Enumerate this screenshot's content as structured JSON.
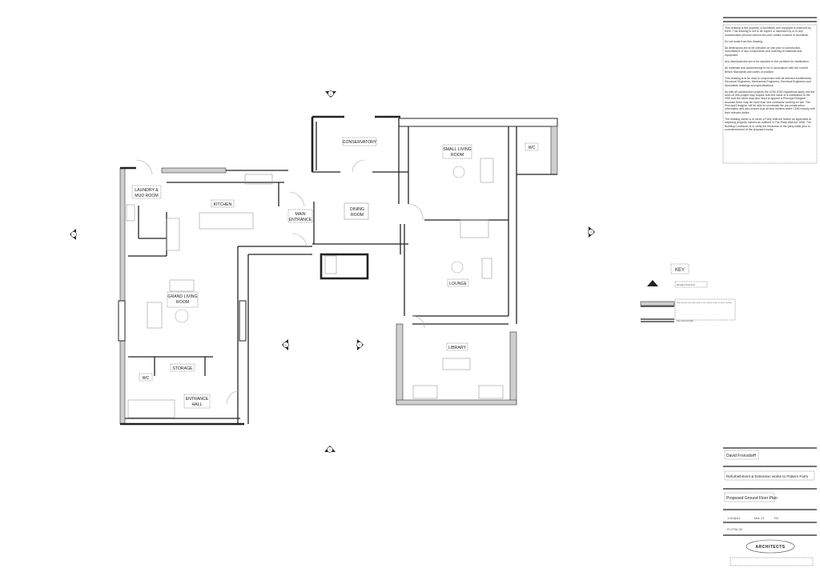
{
  "rooms": {
    "laundry": [
      "LAUNDRY &",
      "MUD ROOM"
    ],
    "kitchen": "KITCHEN",
    "main_entrance": [
      "MAIN",
      "ENTRANCE"
    ],
    "conservatory": "CONSERVATORY",
    "dining": [
      "DINING",
      "ROOM"
    ],
    "small_living": [
      "SMALL LIVING",
      "ROOM"
    ],
    "wc_east": "WC",
    "lounge": "LOUNGE",
    "library": "LIBRARY",
    "grand_living": [
      "GRAND LIVING",
      "ROOM"
    ],
    "storage": "STORAGE",
    "wc_west": "WC",
    "entrance_hall": [
      "ENTRANCE",
      "HALL"
    ]
  },
  "section_markers": [
    "5",
    "6",
    "4",
    "2",
    "3",
    "1"
  ],
  "key": {
    "title": "KEY",
    "items": [
      "Elevation Reference",
      "New external stone block walls & new stiff brick walls to match existing",
      "New internal walls"
    ]
  },
  "notes": [
    "This drawing is the property of Architects and copyright is reserved by them. This drawing is not to be copied or disclosed by or to any unauthorised persons without the prior written consent of Architects.",
    "Do not scale from this drawing.",
    "All dimensions are to be checked on site prior to construction, manufacture of any components and ordering of materials and equipment.",
    "Any discrepancies are to be reported to the architect for clarification.",
    "All materials and workmanship to be in accordance with the current British Standards and codes of practice.",
    "This drawing is to be read in conjunction with all relevant Architectural, Structural Engineers, Mechanical Engineers, Electrical Engineers and Specialists drawings and specifications.",
    "As with all construction projects the CDM 2015 regulations apply and the work on this project may require both the issue of a notification to the HSE and the client may also need to appoint a Principal Designer because there may be more than one contractor working on site. The Principal Designer will be able to coordinate the pre-construction information and also ensure that all duty holders under CDM comply with their relevant duties.",
    "The building owner is to serve a Party Wall Act Notice as applicable to adjoining property owners as outlined in The Party Wall Act 1996. The Building Contractor is to verify the thickness of the party walls prior to commencement of the proposed works."
  ],
  "title_block": {
    "client": "David Fronsdorff",
    "project": "Refurbishment & Extension works to Pottern Farm",
    "drawing_title": "Proposed Ground Floor Plan",
    "scale": "1:50@A1",
    "date": "Mar 23",
    "drawn": "TM",
    "drawing_no": "R-0750-05",
    "logo": "ARCHITECTS"
  }
}
